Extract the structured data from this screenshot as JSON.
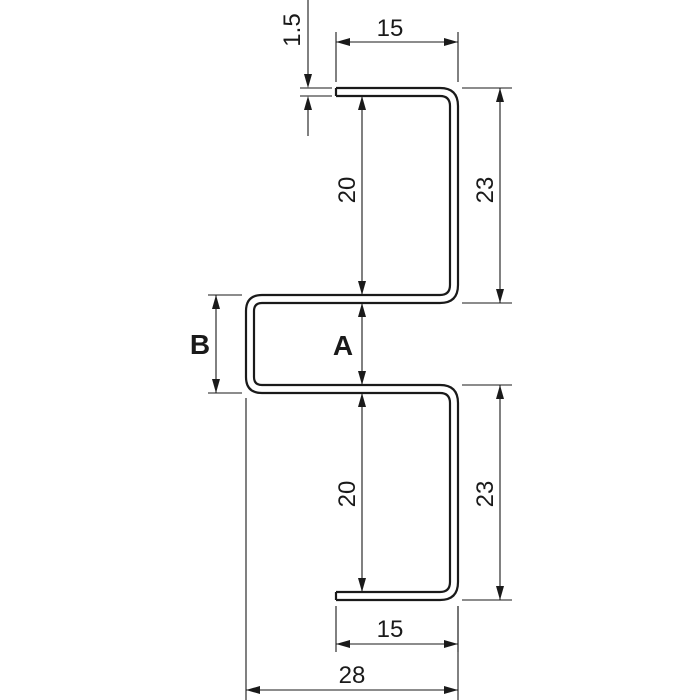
{
  "profile": {
    "shape": "double-z-profile",
    "line_color": "#1a1a1a",
    "background": "#ffffff"
  },
  "dimensions": {
    "thickness": "1.5",
    "top_flange": "15",
    "top_inner_height": "20",
    "top_outer_height": "23",
    "gap_a": "A",
    "gap_b": "B",
    "bottom_inner_height": "20",
    "bottom_outer_height": "23",
    "bottom_flange": "15",
    "overall_width": "28"
  }
}
